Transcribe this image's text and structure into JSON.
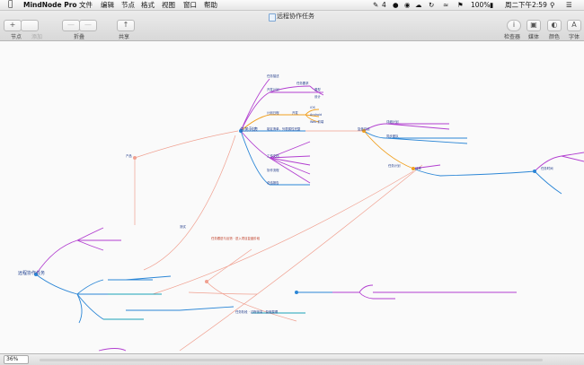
{
  "menubar": {
    "apple": "",
    "app": "MindNode Pro",
    "items": [
      "文件",
      "编辑",
      "节点",
      "格式",
      "视图",
      "窗口",
      "帮助"
    ],
    "status": {
      "badge": "4",
      "battery": "100%",
      "clock": "周二下午2:59"
    }
  },
  "window": {
    "title": "远程协作任务"
  },
  "toolbar": {
    "left": [
      {
        "glyph": "+",
        "label": "节点"
      },
      {
        "glyph": "—",
        "label": "添加"
      },
      {
        "glyph": "—",
        "label": "折叠"
      },
      {
        "glyph": "↑",
        "label": "共享"
      }
    ],
    "right": [
      {
        "glyph": "i",
        "label": "检查器"
      },
      {
        "glyph": "▣",
        "label": "媒体"
      },
      {
        "glyph": "◐",
        "label": "颜色"
      },
      {
        "glyph": "A",
        "label": "字体"
      }
    ]
  },
  "colors": {
    "purple": "#b23fd0",
    "blue": "#2b86d6",
    "orange": "#f0a020",
    "teal": "#1aa3b8",
    "pink": "#e87575"
  },
  "mindmap": {
    "root": "远程协作任务",
    "nodes": {
      "task_list": "任务列表",
      "task_desc": "任务描述",
      "dev_sched": "开发计划",
      "plan_sched": "计划日程",
      "task_time": "任务时间",
      "task_req": "任务要求",
      "task_list_note": "制定清单，列表属性完整",
      "proto": "原型",
      "design": "设计",
      "dev": "开发",
      "ios": "iOS",
      "android": "Android",
      "web": "Web 前端",
      "collab": "协作流程",
      "detail_plan": "详细计划",
      "task_plan": "任务计划",
      "work_doc": "工作文档",
      "summary": "总结报告",
      "sync_team": "同步团队",
      "review": "评审",
      "product": "产品",
      "test": "测试",
      "center": "复盘总结",
      "link_text": "任务跟进与反馈 · 进入项目复盘阶段",
      "bottom_text": "任务阶段 · 过程信息 · 复盘整理"
    }
  }
}
